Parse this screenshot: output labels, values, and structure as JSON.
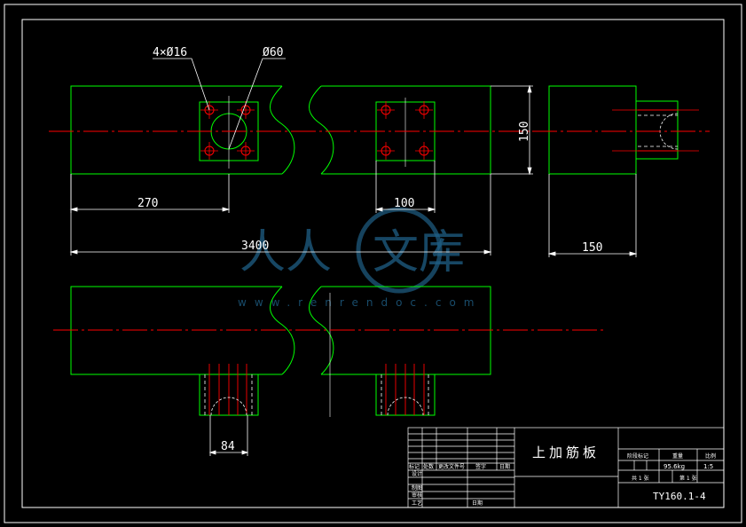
{
  "colors": {
    "background": "#000000",
    "outline": "#00ff00",
    "center_line": "#ff0000",
    "hidden_line": "#ffffff",
    "dimension": "#ffffff",
    "border": "#ffffff",
    "watermark": "#1f5f86"
  },
  "dimensions": {
    "hole_spec": "4×Ø16",
    "bore_spec": "Ø60",
    "length_270": "270",
    "length_100": "100",
    "height_150": "150",
    "total_length": "3400",
    "side_width": "150",
    "bottom_84": "84"
  },
  "watermark": {
    "text_left": "人人",
    "text_right": "文库",
    "url": "www.renrendoc.com"
  },
  "title_block": {
    "part_name": "上加筋板",
    "drawing_no": "TY160.1-4",
    "weight": "95.6kg",
    "scale": "1:5",
    "rev_headers": [
      "标记",
      "处数",
      "更改文件号",
      "签字",
      "日期"
    ],
    "sign_rows": [
      "设计",
      "制图",
      "审核",
      "工艺"
    ],
    "approve_label": "日期",
    "stage_label": "阶段标记",
    "weight_label": "重量",
    "scale_label": "比例",
    "sheet_total": "共 1 张",
    "sheet_no": "第 1 张"
  }
}
